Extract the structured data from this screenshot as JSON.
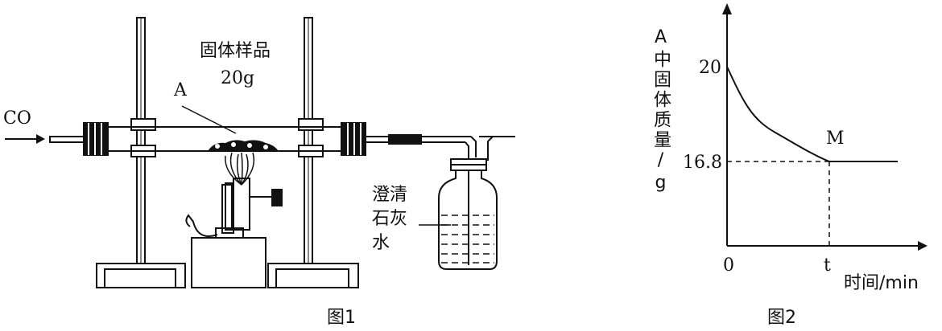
{
  "figure1": {
    "caption": "图1",
    "labels": {
      "gas_in": "CO",
      "tube_marker": "A",
      "sample_name": "固体样品",
      "sample_mass": "20g",
      "limewater": "澄清\n石灰\n水"
    }
  },
  "figure2": {
    "caption": "图2",
    "y_axis_label": "A中固体质量/g",
    "x_axis_label": "时间/min",
    "point_label": "M",
    "ticks": {
      "origin": "0",
      "x_t": "t",
      "y_start": "20",
      "y_end": "16.8"
    }
  },
  "chart_data": {
    "type": "line",
    "xlabel": "时间/min",
    "ylabel": "A中固体质量/g",
    "series": [
      {
        "values": [
          20,
          16.8,
          16.8
        ],
        "x": [
          "0",
          "t",
          ""
        ]
      }
    ],
    "annotations": [
      "M"
    ],
    "grid": false
  }
}
